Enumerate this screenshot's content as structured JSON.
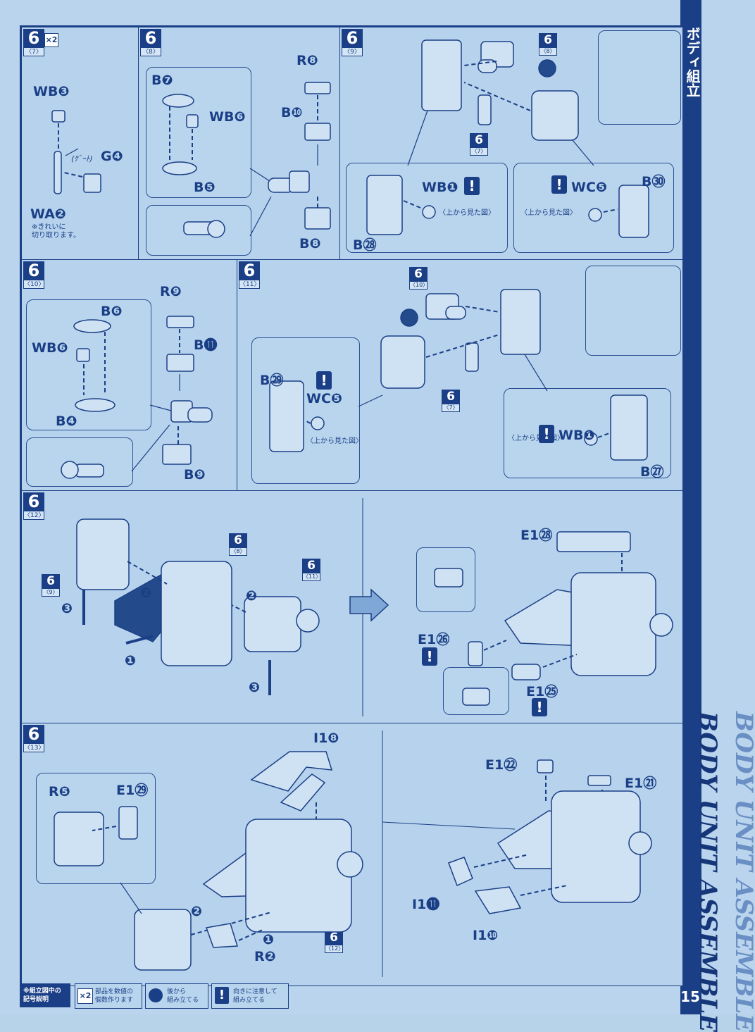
{
  "sidebar": {
    "section_jp": "ボディ組立",
    "page_number": "15",
    "section_en": "BODY UNIT ASSEMBLE"
  },
  "steps": {
    "s7": {
      "num": "6",
      "tag": "〈7〉",
      "multiplier": "×2",
      "parts": [
        "WB❸",
        "G❹",
        "WA❷"
      ],
      "note": "※きれいに\n切り取ります。",
      "cut_label": "(ｹﾞｰﾄ)"
    },
    "s8": {
      "num": "6",
      "tag": "〈8〉",
      "parts": [
        "B❼",
        "WB❻",
        "B❺",
        "R❽",
        "B❿",
        "B❽"
      ]
    },
    "s9": {
      "num": "6",
      "tag": "〈9〉",
      "ref8": {
        "n": "6",
        "t": "〈8〉"
      },
      "ref7": {
        "n": "6",
        "t": "〈7〉"
      },
      "parts": [
        "WB❶",
        "WC❺",
        "B㉚",
        "B㉘"
      ],
      "view_label": "〈上から見た図〉"
    },
    "s10": {
      "num": "6",
      "tag": "〈10〉",
      "parts": [
        "R❾",
        "B❻",
        "WB❻",
        "B⓫",
        "B❹",
        "B❾"
      ]
    },
    "s11": {
      "num": "6",
      "tag": "〈11〉",
      "ref10": {
        "n": "6",
        "t": "〈10〉"
      },
      "ref7": {
        "n": "6",
        "t": "〈7〉"
      },
      "parts": [
        "B㉙",
        "WC❺",
        "WB❶",
        "B㉗"
      ],
      "view_label": "〈上から見た図〉"
    },
    "s12": {
      "num": "6",
      "tag": "〈12〉",
      "ref9": {
        "n": "6",
        "t": "〈9〉"
      },
      "ref8": {
        "n": "6",
        "t": "〈8〉"
      },
      "ref11": {
        "n": "6",
        "t": "〈11〉"
      },
      "parts": [
        "E1㉘",
        "E1㉖",
        "E1㉕"
      ],
      "order": [
        "❶",
        "❷",
        "❷",
        "❸",
        "❸"
      ]
    },
    "s13": {
      "num": "6",
      "tag": "〈13〉",
      "ref12": {
        "n": "6",
        "t": "〈12〉"
      },
      "parts": [
        "I1❽",
        "R❺",
        "E1㉙",
        "R❷",
        "E1㉒",
        "E1㉑",
        "I1⓫",
        "I1❿"
      ],
      "order": [
        "❶",
        "❷"
      ]
    }
  },
  "legend": {
    "title": "※組立図中の\n記号説明",
    "x2_icon": "×2",
    "x2_text": "部品を数値の\n個数作ります",
    "rear_text": "後から\n組み立てる",
    "warn_icon": "!",
    "warn_text": "向きに注意して\n組み立てる"
  },
  "colors": {
    "navy": "#1b3f86",
    "paper": "#b6d2ec",
    "part_fill": "#cfe2f4"
  }
}
